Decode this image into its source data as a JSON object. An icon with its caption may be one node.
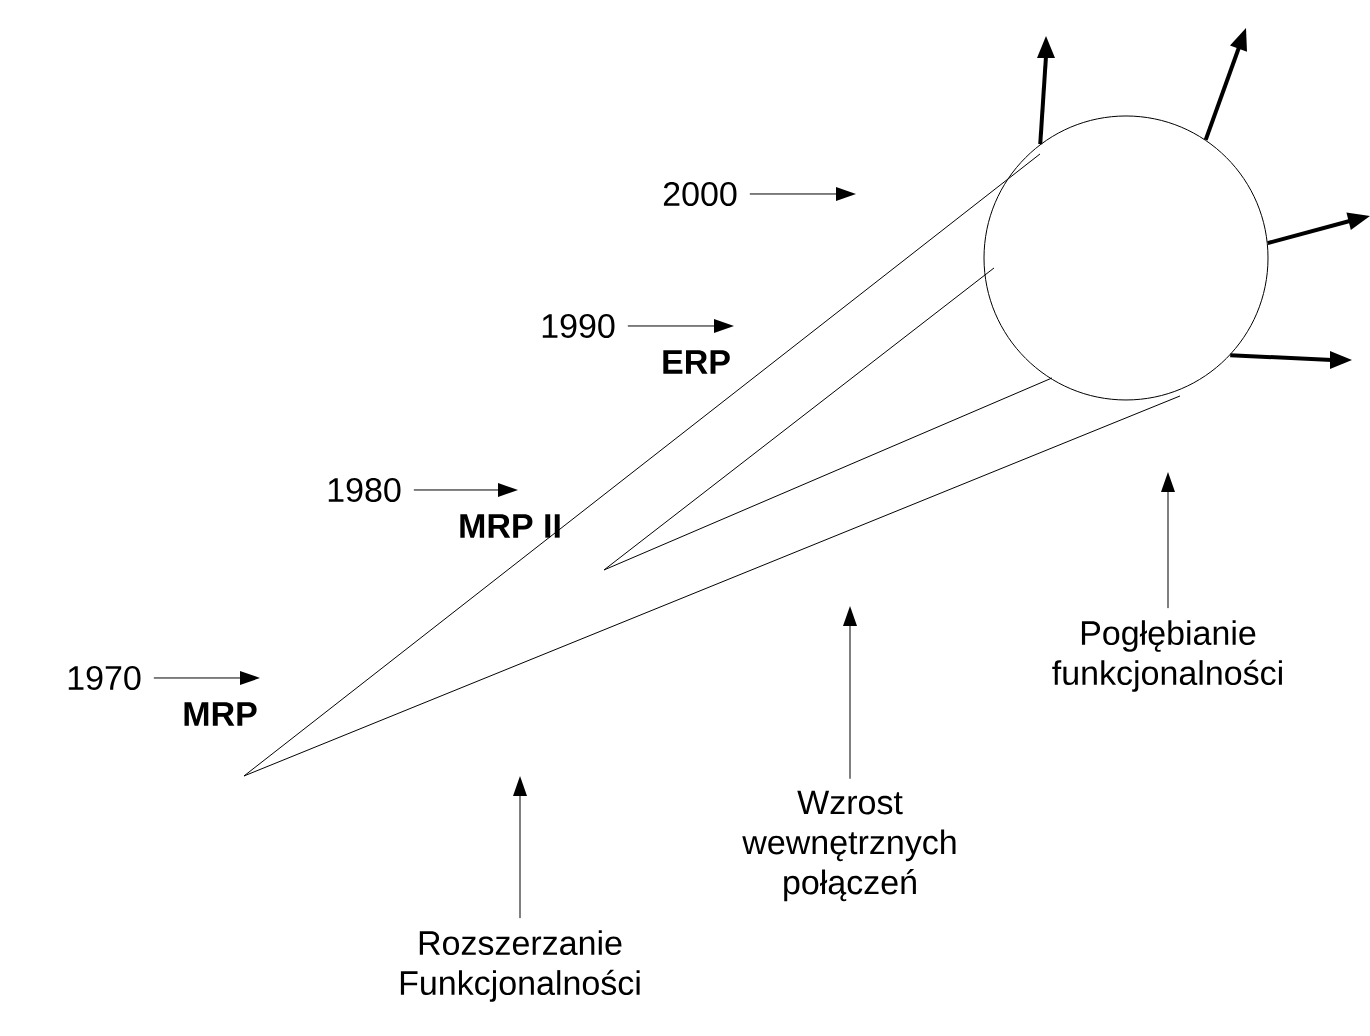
{
  "diagram": {
    "nodes": [
      {
        "text": [
          "2000"
        ]
      },
      {
        "text": [
          "1990"
        ]
      },
      {
        "text": [
          "1980"
        ]
      },
      {
        "text": [
          "1970"
        ]
      },
      {
        "text": [],
        "shape": "circle"
      },
      {
        "text": [
          "Pogłębianie funkcjonalności"
        ]
      },
      {
        "text": [
          "Wzrost wewnętrznych połączeń"
        ]
      },
      {
        "text": [
          "Rozszerzanie Funkcjonalności"
        ]
      }
    ],
    "edges": [
      {
        "from": 0,
        "to": null,
        "arrow": "to"
      },
      {
        "from": 1,
        "to": null,
        "arrow": "to",
        "label": "ERP"
      },
      {
        "from": 2,
        "to": null,
        "arrow": "to",
        "label": "MRP II"
      },
      {
        "from": 3,
        "to": null,
        "arrow": "to",
        "label": "MRP"
      },
      {
        "from": 4,
        "to": null,
        "arrow": "to",
        "style": "thick"
      },
      {
        "from": 4,
        "to": null,
        "arrow": "to",
        "style": "thick"
      },
      {
        "from": 4,
        "to": null,
        "arrow": "to",
        "style": "thick"
      },
      {
        "from": 4,
        "to": null,
        "arrow": "to",
        "style": "thick"
      },
      {
        "from": 5,
        "to": null,
        "arrow": "to"
      },
      {
        "from": 6,
        "to": null,
        "arrow": "to"
      },
      {
        "from": 7,
        "to": null,
        "arrow": "to"
      }
    ]
  }
}
